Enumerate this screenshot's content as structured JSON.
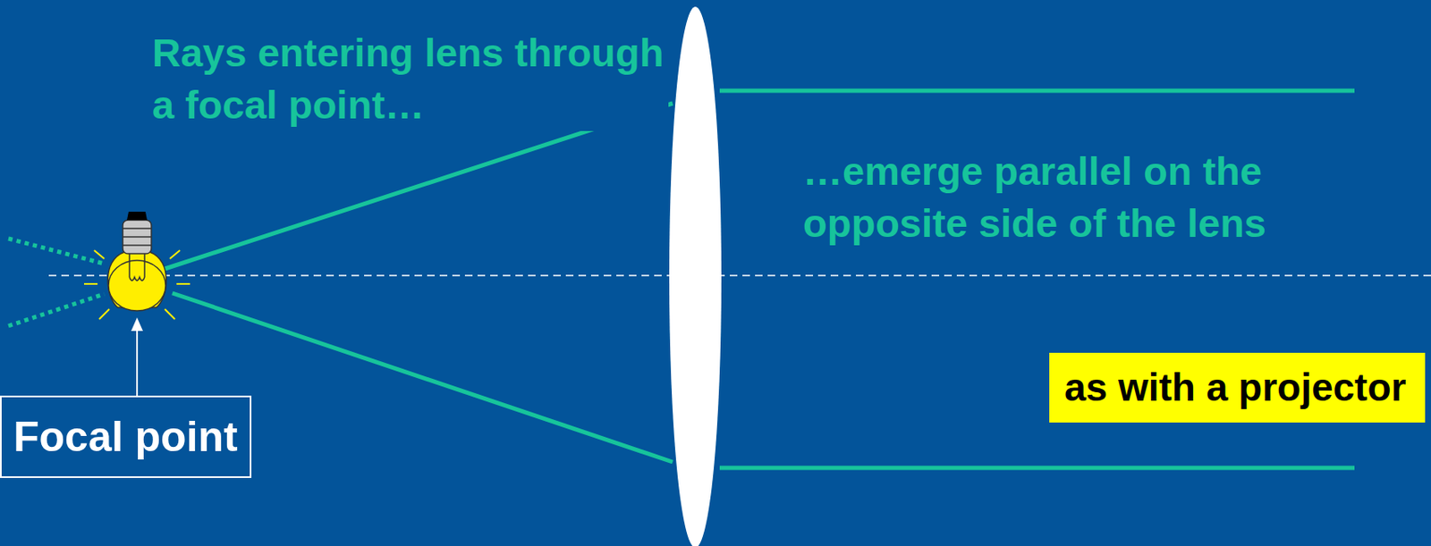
{
  "diagram": {
    "nodes": [
      {
        "text": [
          "Focal point"
        ]
      },
      {
        "text": [
          "as with a projector"
        ]
      }
    ],
    "labels": [
      "Rays entering lens through a focal point…",
      "…emerge parallel on the opposite side of the lens"
    ]
  }
}
